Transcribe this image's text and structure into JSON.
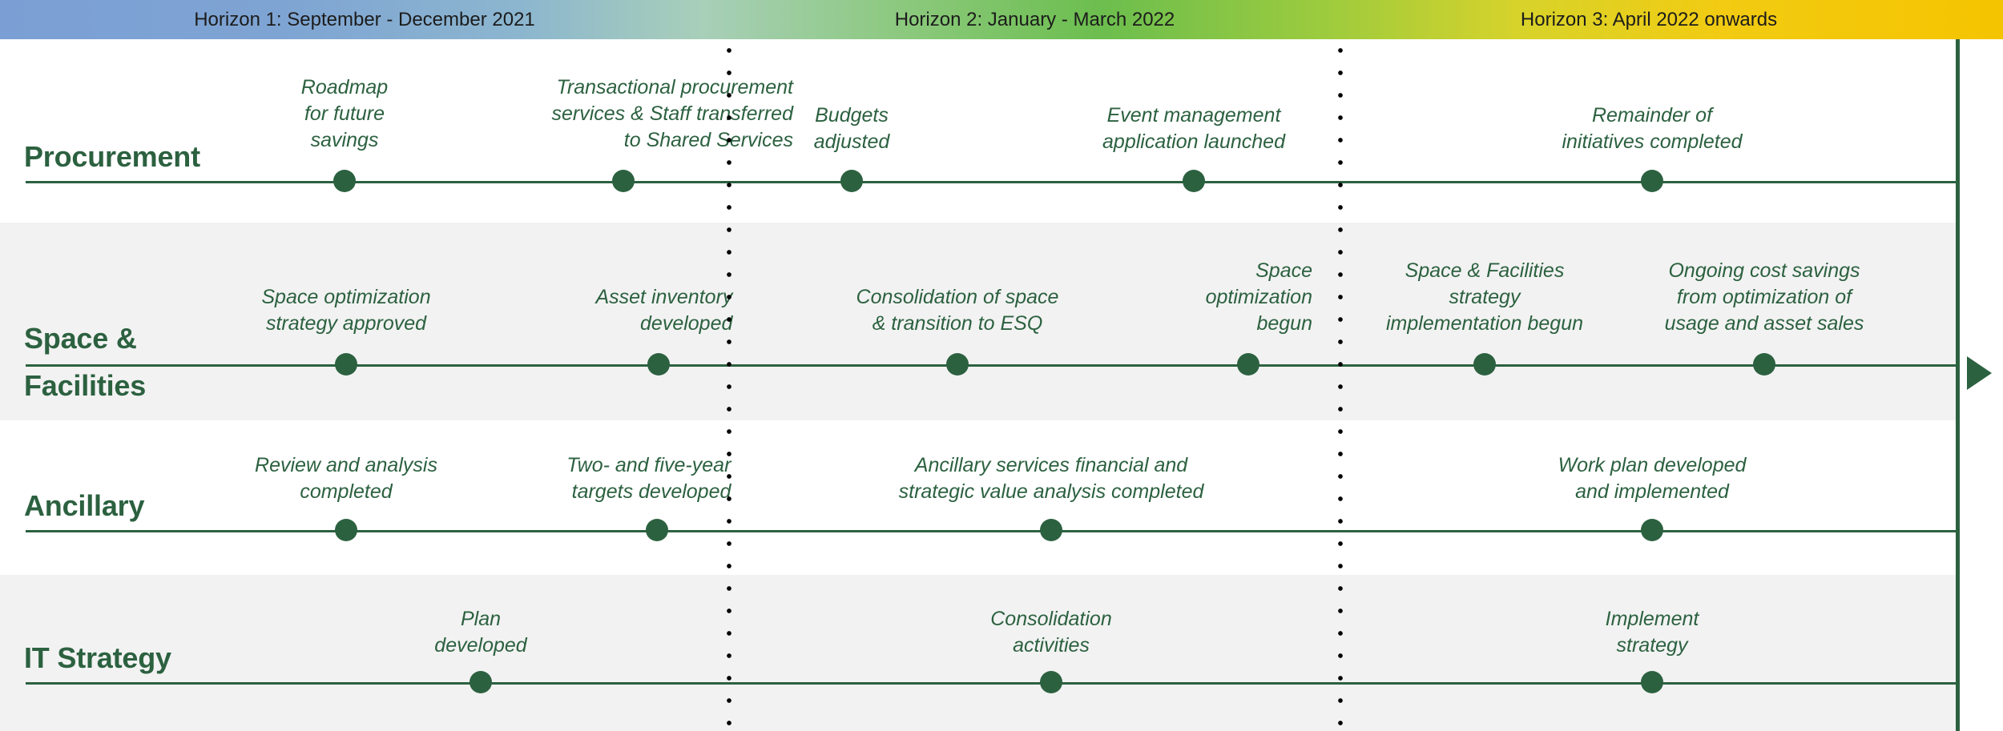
{
  "header": {
    "horizons": [
      {
        "id": "hz1",
        "label": "Horizon 1: September - December 2021"
      },
      {
        "id": "hz2",
        "label": "Horizon 2: January - March 2022"
      },
      {
        "id": "hz3",
        "label": "Horizon 3: April 2022 onwards"
      }
    ],
    "gradient": {
      "start": "#7b9fd4",
      "mid_teal": "#8cb6cf",
      "mid_green": "#6cbe4e",
      "end": "#f5c400"
    }
  },
  "colors": {
    "accent_green": "#2c6140",
    "band_shaded": "#f2f2f2",
    "band_plain": "#ffffff",
    "separator": "#000000",
    "header_text": "#1c1c1c"
  },
  "chart_data": {
    "type": "timeline",
    "title": "Transformation Roadmap",
    "phases": [
      "Horizon 1: September - December 2021",
      "Horizon 2: January - March 2022",
      "Horizon 3: April 2022 onwards"
    ],
    "tracks": [
      {
        "name": "Procurement",
        "milestones": [
          {
            "label": "Roadmap\nfor future\nsavings",
            "phase": 1
          },
          {
            "label": "Transactional procurement\nservices & Staff transferred\nto Shared Services",
            "phase": 1
          },
          {
            "label": "Budgets\nadjusted",
            "phase": 2
          },
          {
            "label": "Event management\napplication launched",
            "phase": 2
          },
          {
            "label": "Remainder of\ninitiatives completed",
            "phase": 3
          }
        ]
      },
      {
        "name": "Space & Facilities",
        "milestones": [
          {
            "label": "Space optimization\nstrategy approved",
            "phase": 1
          },
          {
            "label": "Asset inventory\ndeveloped",
            "phase": 1
          },
          {
            "label": "Consolidation of space\n& transition to ESQ",
            "phase": 2
          },
          {
            "label": "Space\noptimization\nbegun",
            "phase": 2
          },
          {
            "label": "Space & Facilities\nstrategy\nimplementation begun",
            "phase": 3
          },
          {
            "label": "Ongoing cost savings\nfrom optimization of\nusage and asset sales",
            "phase": 3
          }
        ]
      },
      {
        "name": "Ancillary",
        "milestones": [
          {
            "label": "Review and analysis\ncompleted",
            "phase": 1
          },
          {
            "label": "Two- and five-year\ntargets developed",
            "phase": 1
          },
          {
            "label": "Ancillary services financial and\nstrategic value analysis completed",
            "phase": 2
          },
          {
            "label": "Work plan developed\nand implemented",
            "phase": 3
          }
        ]
      },
      {
        "name": "IT Strategy",
        "milestones": [
          {
            "label": "Plan\ndeveloped",
            "phase": 1
          },
          {
            "label": "Consolidation\nactivities",
            "phase": 2
          },
          {
            "label": "Implement\nstrategy",
            "phase": 3
          }
        ]
      }
    ]
  },
  "rows": {
    "procurement": {
      "label": "Procurement",
      "m0": "Roadmap\nfor future\nsavings",
      "m1": "Transactional procurement\nservices & Staff transferred\nto Shared Services",
      "m2": "Budgets\nadjusted",
      "m3": "Event management\napplication launched",
      "m4": "Remainder of\ninitiatives completed"
    },
    "space": {
      "label_line1": "Space &",
      "label_line2": "Facilities",
      "m0": "Space optimization\nstrategy approved",
      "m1": "Asset inventory\ndeveloped",
      "m2": "Consolidation of space\n& transition to ESQ",
      "m3": "Space\noptimization\nbegun",
      "m4": "Space & Facilities\nstrategy\nimplementation begun",
      "m5": "Ongoing cost savings\nfrom optimization of\nusage and asset sales"
    },
    "ancillary": {
      "label": "Ancillary",
      "m0": "Review and analysis\ncompleted",
      "m1": "Two- and five-year\ntargets developed",
      "m2": "Ancillary services financial and\nstrategic value analysis completed",
      "m3": "Work plan developed\nand implemented"
    },
    "it": {
      "label": "IT Strategy",
      "m0": "Plan\ndeveloped",
      "m1": "Consolidation\nactivities",
      "m2": "Implement\nstrategy"
    }
  }
}
